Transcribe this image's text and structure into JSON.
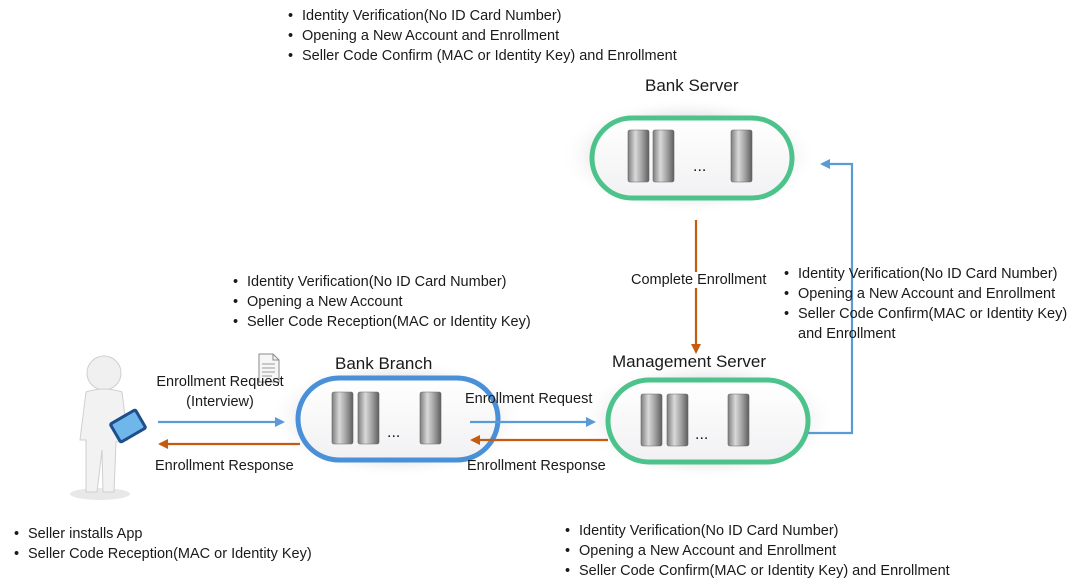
{
  "bank_server": {
    "title": "Bank Server",
    "notes": [
      "Identity Verification(No ID Card Number)",
      "Opening a New Account and Enrollment",
      "Seller Code Confirm (MAC or Identity Key) and Enrollment"
    ],
    "ellipsis": "..."
  },
  "bank_branch": {
    "title": "Bank Branch",
    "notes": [
      "Identity Verification(No ID Card Number)",
      "Opening a New Account",
      "Seller Code Reception(MAC or Identity Key)"
    ],
    "ellipsis": "..."
  },
  "management_server": {
    "title": "Management Server",
    "notes_right": [
      "Identity Verification(No ID Card Number)",
      "Opening a New Account and Enrollment",
      "Seller Code Confirm(MAC or Identity Key)",
      "and Enrollment"
    ],
    "notes_bottom": [
      "Identity Verification(No ID Card Number)",
      "Opening a New Account and Enrollment",
      "Seller Code Confirm(MAC or Identity Key)  and Enrollment"
    ],
    "ellipsis": "..."
  },
  "seller": {
    "notes": [
      "Seller installs App",
      "Seller Code Reception(MAC or Identity Key)"
    ]
  },
  "arrows": {
    "seller_request_line1": "Enrollment Request",
    "seller_request_line2": "(Interview)",
    "seller_response": "Enrollment Response",
    "branch_request": "Enrollment Request",
    "branch_response": "Enrollment Response",
    "complete": "Complete Enrollment"
  },
  "colors": {
    "request_arrow": "#5b9bd5",
    "response_arrow": "#c55a11",
    "bank_server_ring": "#4cc38a",
    "bank_branch_ring": "#4a90d9",
    "management_ring": "#4cc38a"
  }
}
